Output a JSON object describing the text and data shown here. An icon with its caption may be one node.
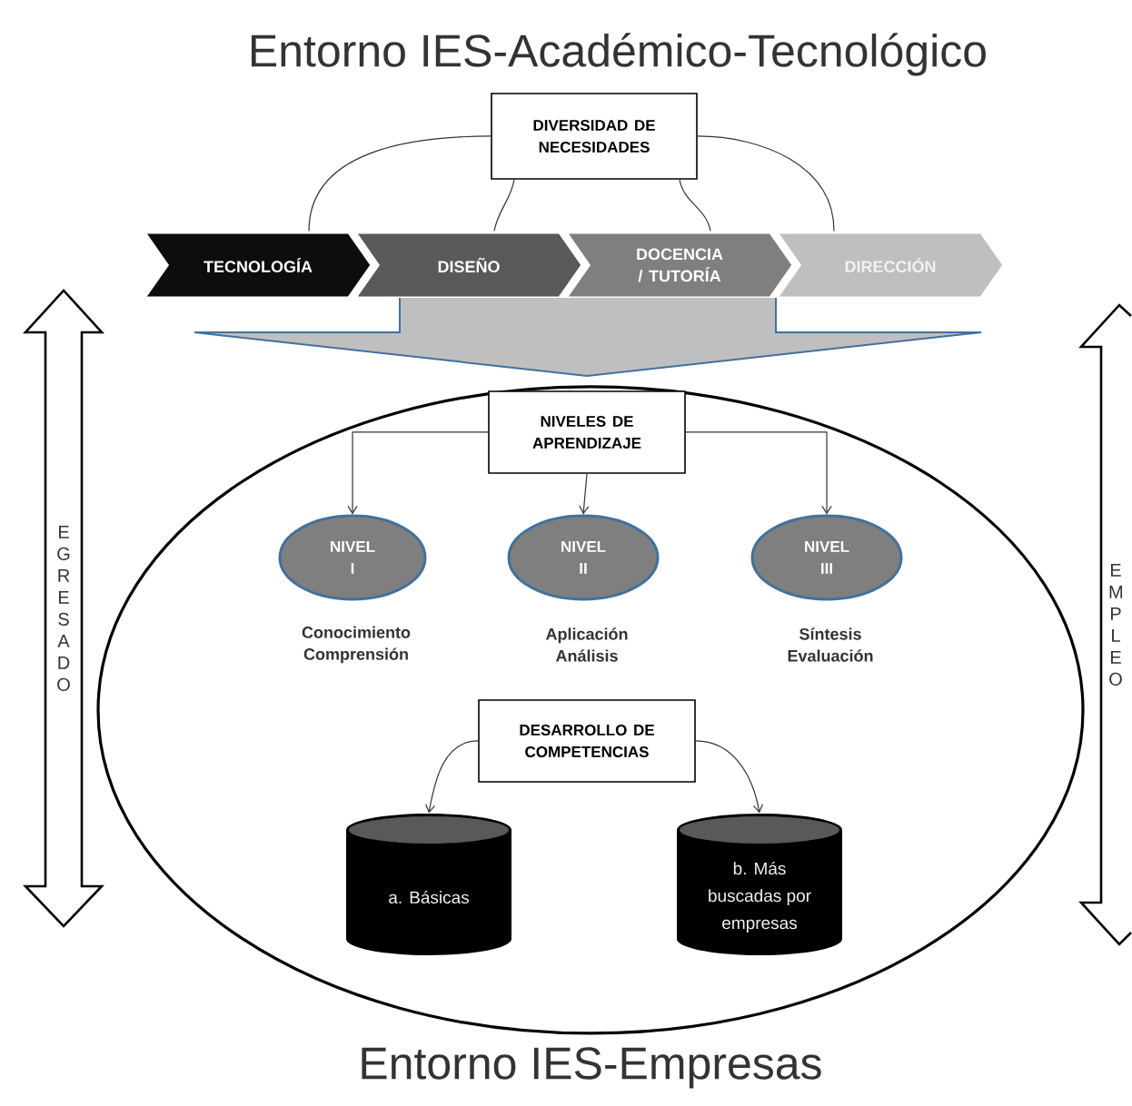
{
  "diagram": {
    "title": "Entorno IES-Académico-Tecnológico",
    "caption": "Entorno IES-Empresas",
    "nodes": [
      {
        "text": [
          "DIVERSIDAD DE NECESIDADES"
        ]
      },
      {
        "text": [
          "TECNOLOGÍA"
        ]
      },
      {
        "text": [
          "DISEÑO"
        ]
      },
      {
        "text": [
          "DOCENCIA / TUTORÍA"
        ]
      },
      {
        "text": [
          "DIRECCIÓN"
        ]
      },
      {
        "text": [],
        "shape": "ellipse"
      },
      {
        "text": [
          "NIVELES DE APRENDIZAJE"
        ],
        "in": 5
      },
      {
        "text": [
          "NIVEL I"
        ],
        "beside": [
          "Conocimiento Comprensión"
        ],
        "in": 5
      },
      {
        "text": [
          "NIVEL II"
        ],
        "beside": [
          "Aplicación Análisis"
        ],
        "in": 5
      },
      {
        "text": [
          "NIVEL III"
        ],
        "beside": [
          "Síntesis Evaluación"
        ],
        "in": 5
      },
      {
        "text": [
          "DESARROLLO DE COMPETENCIAS"
        ],
        "in": 5
      },
      {
        "text": [
          "a. Básicas"
        ],
        "in": 5
      },
      {
        "text": [
          "b. Más buscadas por empresas"
        ],
        "in": 5
      },
      {
        "text": [
          "E G R E S A D O"
        ]
      },
      {
        "text": [
          "E M P L E O"
        ]
      }
    ],
    "edges": [
      {
        "from": 0,
        "to": 1,
        "arrow": "none"
      },
      {
        "from": 0,
        "to": 2,
        "arrow": "none"
      },
      {
        "from": 0,
        "to": 3,
        "arrow": "none"
      },
      {
        "from": 0,
        "to": 4,
        "arrow": "none"
      },
      {
        "from": 6,
        "to": 7,
        "arrow": "to"
      },
      {
        "from": 6,
        "to": 8,
        "arrow": "to"
      },
      {
        "from": 6,
        "to": 9,
        "arrow": "to"
      },
      {
        "from": 10,
        "to": 11,
        "arrow": "to"
      },
      {
        "from": 10,
        "to": 12,
        "arrow": "to"
      },
      {
        "from": null,
        "to": 5,
        "arrow": "to"
      }
    ]
  }
}
